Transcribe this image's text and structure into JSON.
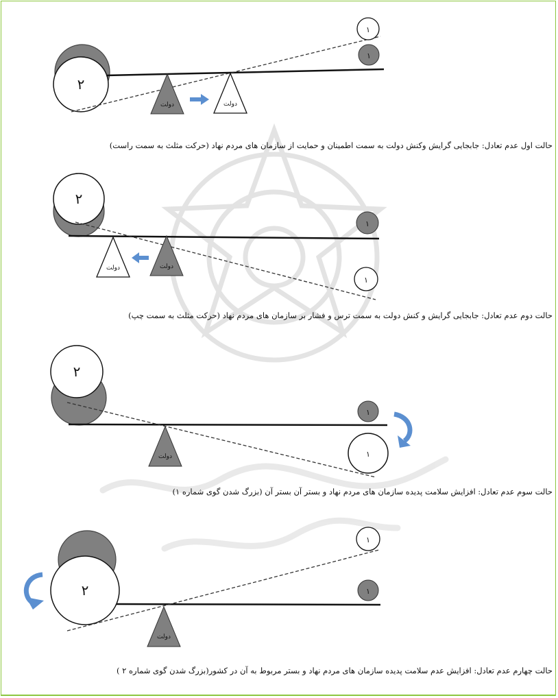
{
  "colors": {
    "frame": "#8cc63f",
    "arrow": "#5b8fd0",
    "filled_shape": "#808080",
    "watermark": "#dcdcdc"
  },
  "fulcrum_label": "دولت",
  "icons": {
    "moved_fulcrum_arrow": "right-arrow-icon",
    "left_move_arrow": "left-arrow-icon",
    "grow_arrow": "curved-arrow-icon"
  },
  "panels": [
    {
      "id": "first",
      "small_label": "۱",
      "big_label": "۲",
      "caption": "حالت اول عدم تعادل: جابجایی گرایش وکنش دولت به سمت اطمینان و حمایت از سازمان های مردم نهاد (حرکت مثلث به سمت راست)"
    },
    {
      "id": "second",
      "small_label": "۱",
      "big_label": "۲",
      "caption": "حالت دوم عدم تعادل: جابجایی گرایش و کنش دولت به سمت ترس و فشار بر سازمان های مردم نهاد (حرکت مثلث به سمت چپ)"
    },
    {
      "id": "third",
      "small_label": "۱",
      "big_label": "۲",
      "caption": "حالت سوم عدم تعادل: افزایش سلامت پدیده سازمان های مردم نهاد و بستر آن بستر آن (بزرگ شدن گوی شماره ۱)"
    },
    {
      "id": "fourth",
      "small_label": "۱",
      "big_label": "۲",
      "caption": "حالت چهارم عدم تعادل: افزایش عدم سلامت پدیده سازمان های مردم نهاد و بستر مربوط به آن در کشور(بزرگ شدن گوی شماره ۲ )"
    }
  ]
}
